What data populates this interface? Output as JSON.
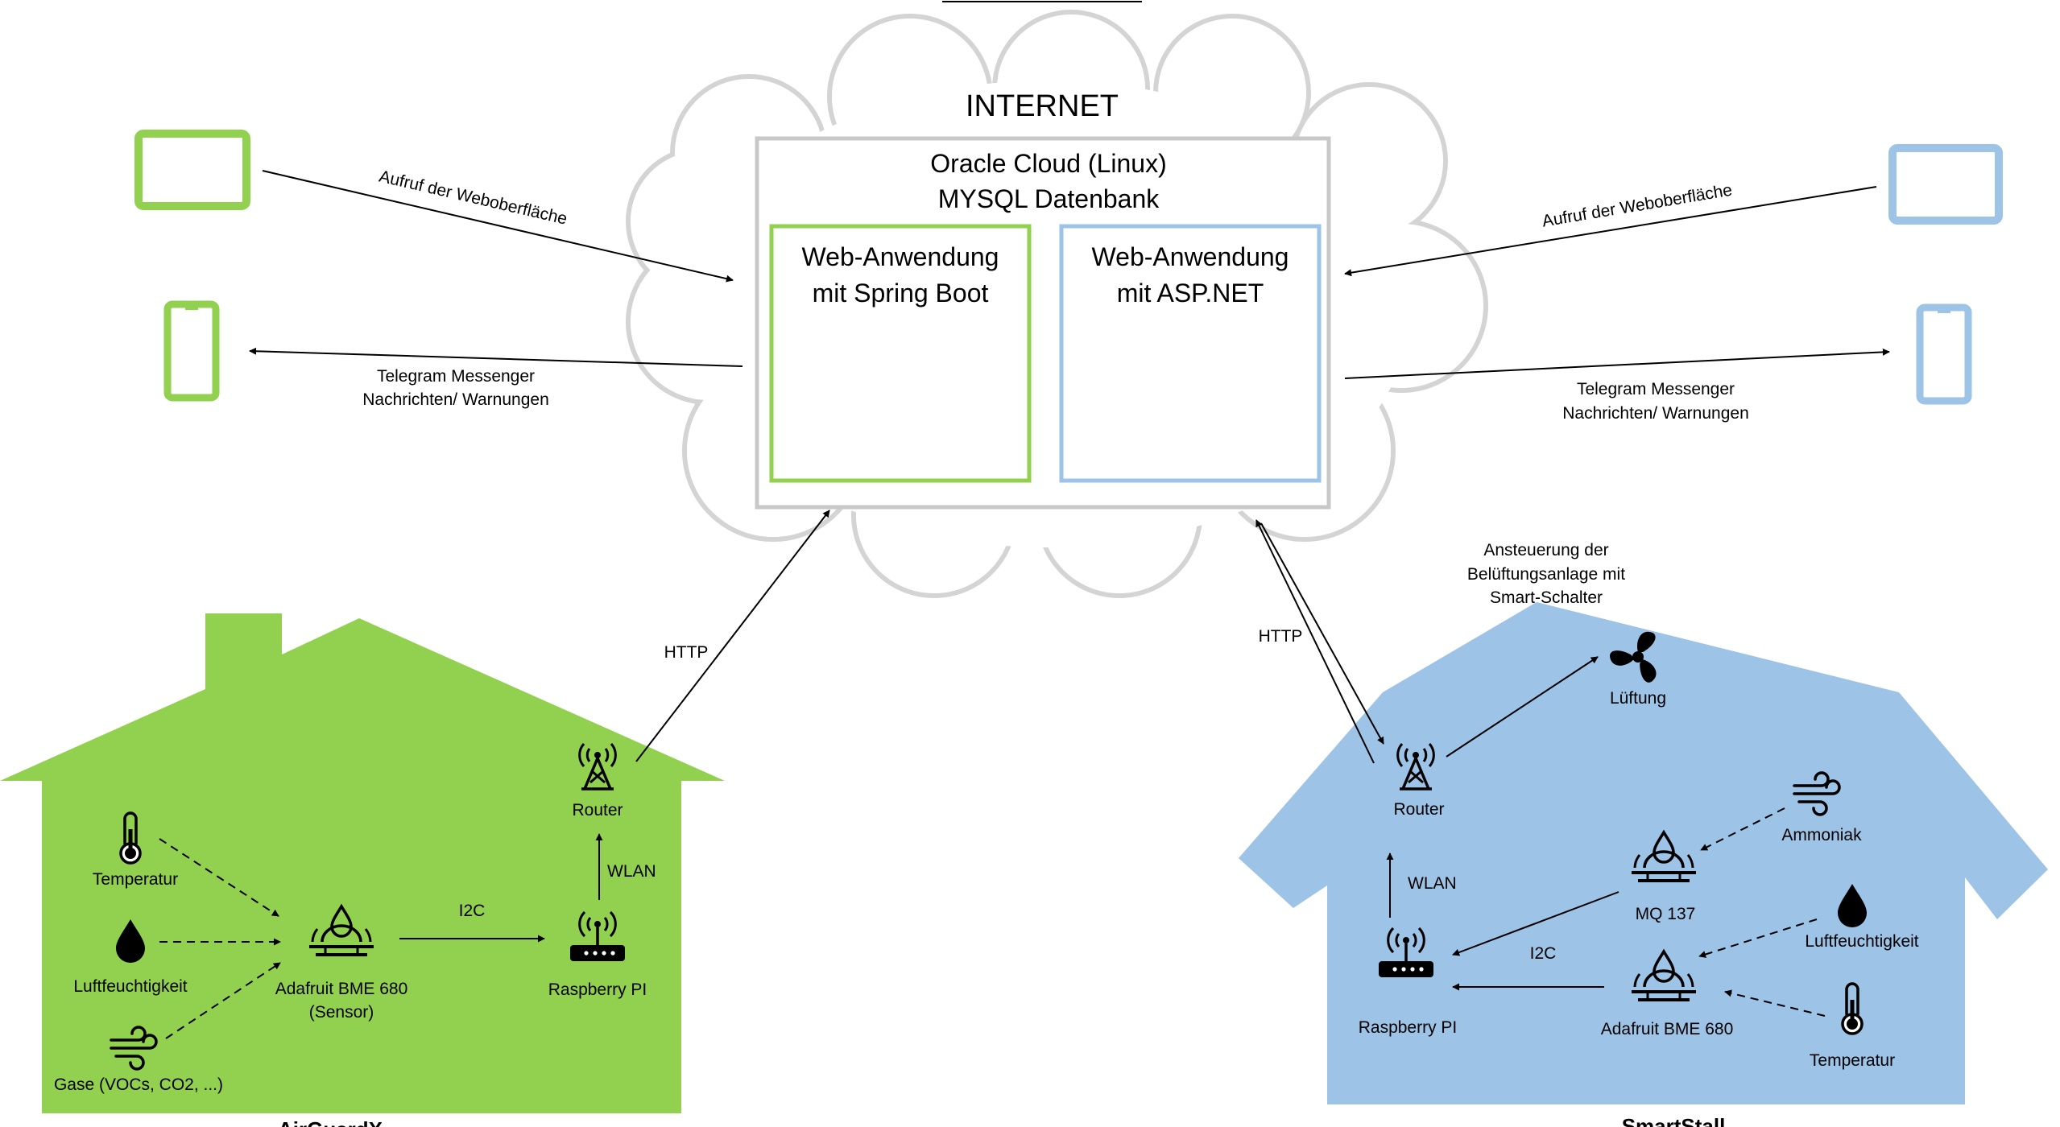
{
  "colors": {
    "green_house": "#92d050",
    "blue_house": "#9dc3e6",
    "green_device": "#92d050",
    "blue_device": "#9dc3e6",
    "cloud_stroke": "#d0d0d0",
    "box_stroke": "#c8c8c8"
  },
  "cloud": {
    "title": "INTERNET",
    "server_line1": "Oracle Cloud (Linux)",
    "server_line2": "MYSQL Datenbank",
    "app_spring_line1": "Web-Anwendung",
    "app_spring_line2": "mit Spring Boot",
    "app_asp_line1": "Web-Anwendung",
    "app_asp_line2": "mit ASP.NET"
  },
  "left_clients": {
    "web_call": "Aufruf der Weboberfläche",
    "telegram_line1": "Telegram Messenger",
    "telegram_line2": "Nachrichten/ Warnungen",
    "tablet_icon": "tablet-icon",
    "phone_icon": "smartphone-icon"
  },
  "right_clients": {
    "web_call": "Aufruf der Weboberfläche",
    "telegram_line1": "Telegram Messenger",
    "telegram_line2": "Nachrichten/ Warnungen",
    "tablet_icon": "tablet-icon",
    "phone_icon": "smartphone-icon"
  },
  "airguardx": {
    "name": "AirGuardX",
    "temperature": "Temperatur",
    "humidity": "Luftfeuchtigkeit",
    "gases": "Gase (VOCs, CO2, ...)",
    "sensor_line1": "Adafruit BME 680",
    "sensor_line2": "(Sensor)",
    "i2c": "I2C",
    "raspberry": "Raspberry PI",
    "wlan": "WLAN",
    "router": "Router",
    "http": "HTTP"
  },
  "smartstall": {
    "name": "SmartStall",
    "control_line1": "Ansteuerung der",
    "control_line2": "Belüftungsanlage mit",
    "control_line3": "Smart-Schalter",
    "fan": "Lüftung",
    "http": "HTTP",
    "router": "Router",
    "wlan": "WLAN",
    "ammonia": "Ammoniak",
    "mq": "MQ 137",
    "humidity": "Luftfeuchtigkeit",
    "i2c": "I2C",
    "raspberry": "Raspberry PI",
    "sensor": "Adafruit BME 680",
    "temperature": "Temperatur"
  }
}
